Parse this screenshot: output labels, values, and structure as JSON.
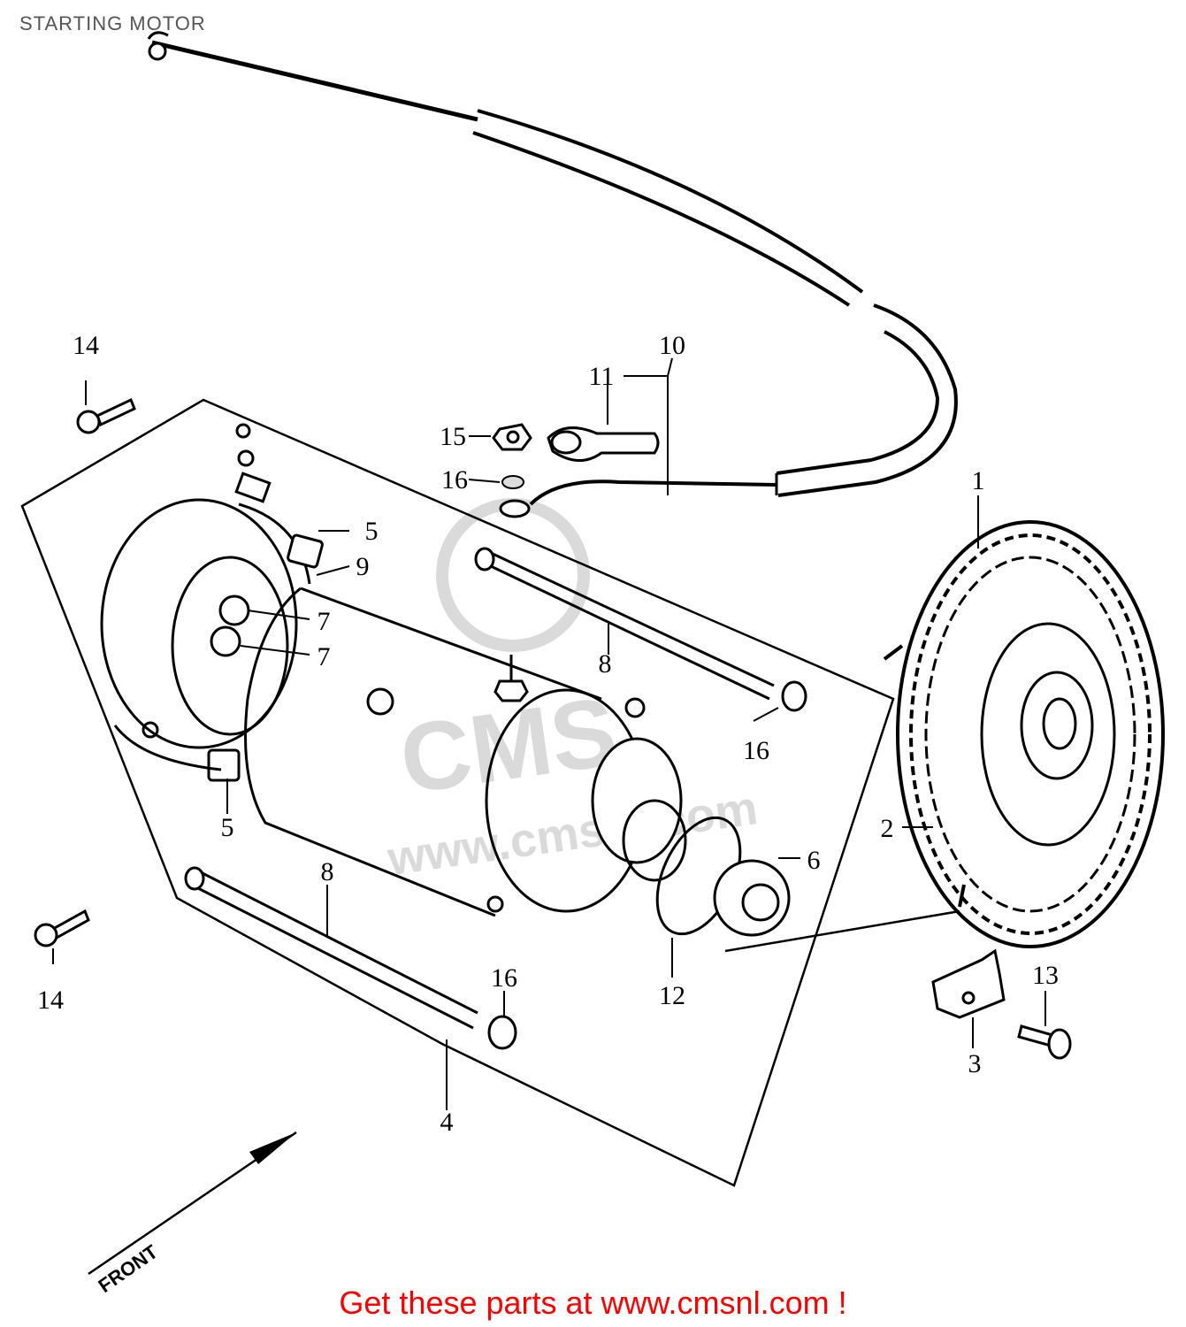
{
  "title": "STARTING MOTOR",
  "footer": {
    "promo": "Get these parts at www.cmsnl.com !"
  },
  "watermark": {
    "logo": "CMS",
    "url": "www.cmsnl.com"
  },
  "front_label": "FRONT",
  "callouts": {
    "c1": "1",
    "c2": "2",
    "c3": "3",
    "c4": "4",
    "c5a": "5",
    "c5b": "5",
    "c6": "6",
    "c7a": "7",
    "c7b": "7",
    "c8a": "8",
    "c8b": "8",
    "c9": "9",
    "c10": "10",
    "c11": "11",
    "c12": "12",
    "c13": "13",
    "c14a": "14",
    "c14b": "14",
    "c15": "15",
    "c16a": "16",
    "c16b": "16",
    "c16c": "16"
  },
  "colors": {
    "ink": "#000000",
    "promo": "#ff0000",
    "title": "#555555",
    "watermark": "#d6d6d6"
  }
}
